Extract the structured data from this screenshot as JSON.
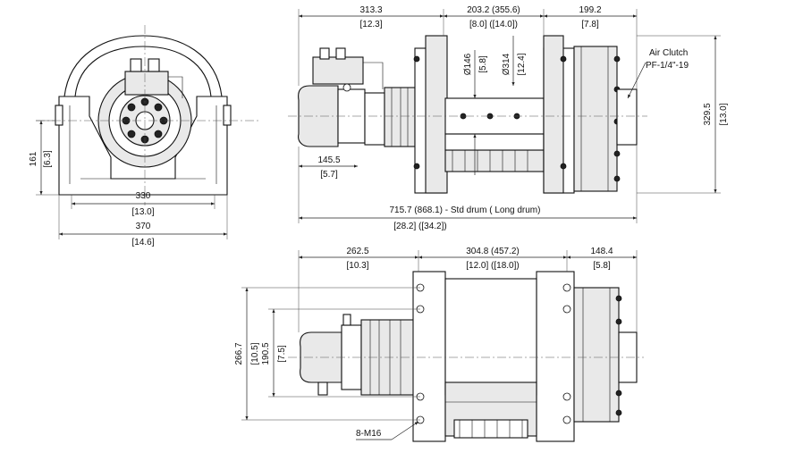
{
  "front_view": {
    "width_inner": "330",
    "width_inner_in": "[13.0]",
    "width_outer": "370",
    "width_outer_in": "[14.6]",
    "height": "161",
    "height_in": "[6.3]"
  },
  "side_view": {
    "motor_length": "313.3",
    "motor_length_in": "[12.3]",
    "drum_length": "203.2 (355.6)",
    "drum_length_in": "[8.0] ([14.0])",
    "clutch_length": "199.2",
    "clutch_length_in": "[7.8]",
    "drum_dia": "Ø146",
    "drum_dia_in": "[5.8]",
    "flange_dia": "Ø314",
    "flange_dia_in": "[12.4]",
    "height": "329.5",
    "height_in": "[13.0]",
    "center_offset": "145.5",
    "center_offset_in": "[5.7]",
    "total_length": "715.7  (868.1)  - Std drum ( Long drum)",
    "total_length_in": "[28.2]  ([34.2])",
    "air_clutch_line1": "Air Clutch",
    "air_clutch_line2": "PF-1/4\"-19"
  },
  "top_view": {
    "motor_length": "262.5",
    "motor_length_in": "[10.3]",
    "drum_length": "304.8  (457.2)",
    "drum_length_in": "[12.0]  ([18.0])",
    "clutch_length": "148.4",
    "clutch_length_in": "[5.8]",
    "outer_width": "266.7",
    "outer_width_in": "[10.5]",
    "inner_width": "190.5",
    "inner_width_in": "[7.5]",
    "bolts": "8-M16"
  }
}
